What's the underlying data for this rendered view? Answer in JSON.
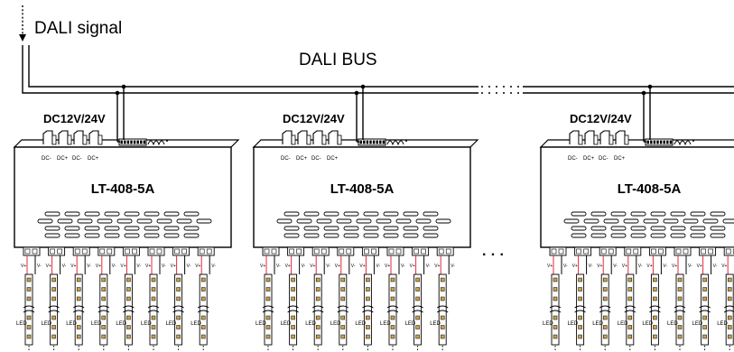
{
  "signal_label": "DALI signal",
  "bus_label": "DALI BUS",
  "controller": {
    "power_label": "DC12V/24V",
    "model": "LT-408-5A",
    "dc_terminals": [
      "DC-",
      "DC+",
      "DC-",
      "DC+"
    ],
    "channel_labels": [
      "V+",
      "V-"
    ],
    "strip_label": "LED"
  },
  "continuation": "· · ·",
  "colors": {
    "line": "#000000",
    "red_wire": "#e8273c",
    "led_chip": "#c9a24a"
  }
}
